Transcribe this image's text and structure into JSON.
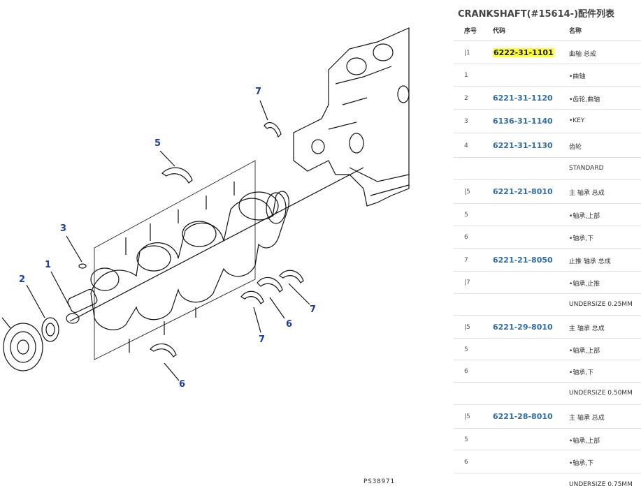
{
  "diagram": {
    "callouts": [
      "7",
      "5",
      "3",
      "1",
      "2",
      "7",
      "6",
      "7",
      "6"
    ],
    "drawing_id": "PS38971"
  },
  "panel": {
    "title": "CRANKSHAFT(#15614-)配件列表",
    "headers": {
      "seq": "序号",
      "code": "代码",
      "name": "名称"
    },
    "rows": [
      {
        "seq": "|1",
        "code": "6222-31-1101",
        "name": "曲轴 总成",
        "highlight": true
      },
      {
        "seq": "1",
        "code": "",
        "name": "•曲轴"
      },
      {
        "seq": "2",
        "code": "6221-31-1120",
        "name": "•齿轮,曲轴"
      },
      {
        "seq": "3",
        "code": "6136-31-1140",
        "name": "•KEY"
      },
      {
        "seq": "4",
        "code": "6221-31-1130",
        "name": "齿轮"
      },
      {
        "seq": "",
        "code": "",
        "name": "STANDARD"
      },
      {
        "seq": "|5",
        "code": "6221-21-8010",
        "name": "主 轴承 总成"
      },
      {
        "seq": "5",
        "code": "",
        "name": "•轴承,上部"
      },
      {
        "seq": "6",
        "code": "",
        "name": "•轴承,下"
      },
      {
        "seq": "7",
        "code": "6221-21-8050",
        "name": "止推 轴承 总成"
      },
      {
        "seq": "|7",
        "code": "",
        "name": "•轴承,止推"
      },
      {
        "seq": "",
        "code": "",
        "name": "UNDERSIZE 0.25MM"
      },
      {
        "seq": "|5",
        "code": "6221-29-8010",
        "name": "主 轴承 总成"
      },
      {
        "seq": "5",
        "code": "",
        "name": "•轴承,上部"
      },
      {
        "seq": "6",
        "code": "",
        "name": "•轴承,下"
      },
      {
        "seq": "",
        "code": "",
        "name": "UNDERSIZE 0.50MM"
      },
      {
        "seq": "|5",
        "code": "6221-28-8010",
        "name": "主 轴承 总成"
      },
      {
        "seq": "5",
        "code": "",
        "name": "•轴承,上部"
      },
      {
        "seq": "6",
        "code": "",
        "name": "•轴承,下"
      },
      {
        "seq": "",
        "code": "",
        "name": "UNDERSIZE 0.75MM"
      }
    ]
  }
}
